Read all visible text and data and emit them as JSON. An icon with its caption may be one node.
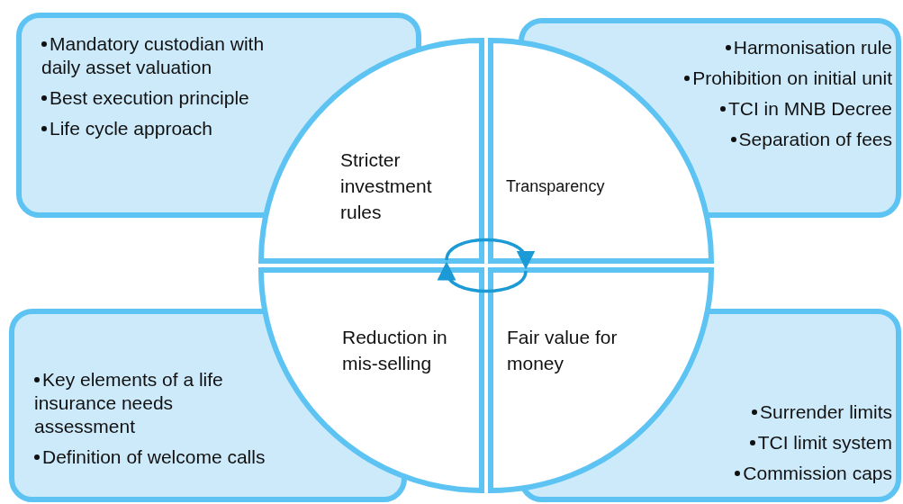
{
  "diagram": {
    "nodes": [
      {
        "text": [
          "Mandatory custodian with daily asset valuation",
          "Best execution principle",
          "Life cycle approach"
        ]
      },
      {
        "text": [
          "Harmonisation rule",
          "Prohibition on initial unit",
          "TCI in MNB Decree",
          "Separation of fees"
        ]
      },
      {
        "text": [
          "Stricter investment rules"
        ]
      },
      {
        "text": [
          "Transparency"
        ]
      },
      {
        "text": [
          "Reduction in mis-selling"
        ]
      },
      {
        "text": [
          "Fair value for money"
        ]
      },
      {
        "text": [
          "Key elements of a life insurance needs assessment",
          "Definition of welcome calls"
        ]
      },
      {
        "text": [
          "Surrender limits",
          "TCI limit system",
          "Commission caps"
        ]
      }
    ],
    "edges": [
      {
        "from": 2,
        "to": 3,
        "arrow": "to"
      },
      {
        "from": 5,
        "to": 4,
        "arrow": "to"
      }
    ]
  }
}
